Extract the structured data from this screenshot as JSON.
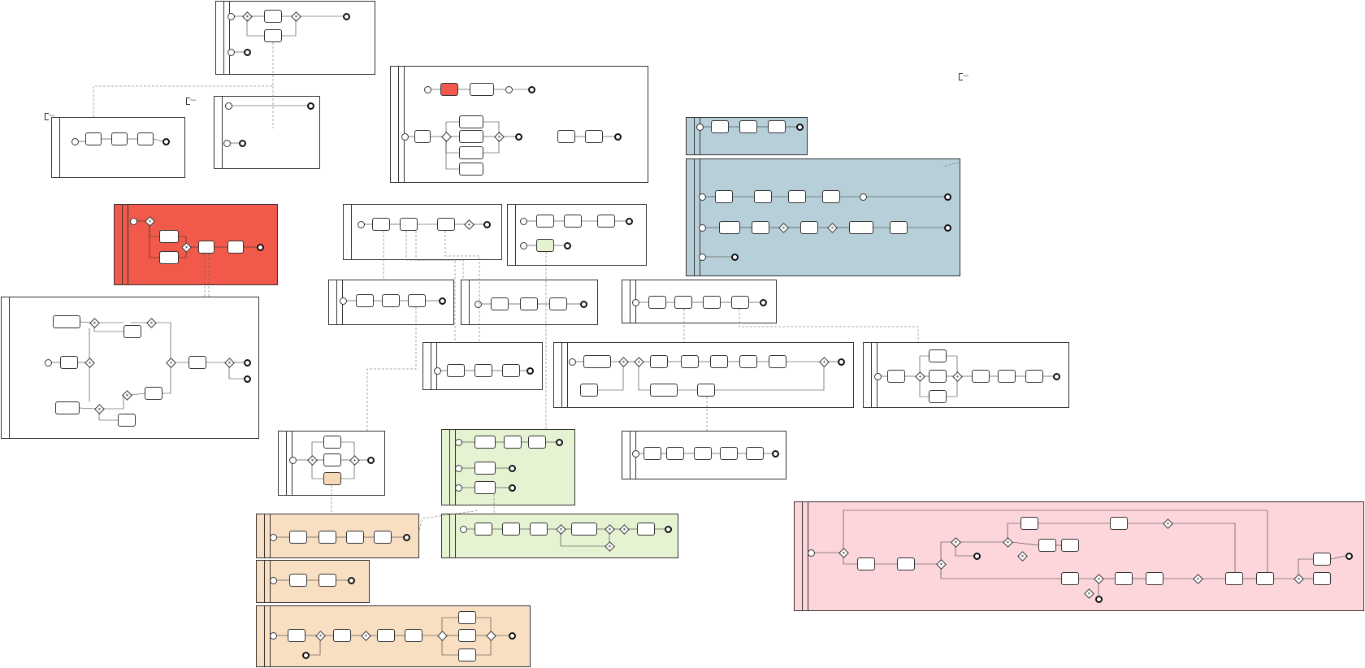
{
  "diagram": {
    "type": "bpmn",
    "colors": {
      "red_pool": "#f15a4a",
      "blue_pool": "#b6cfd8",
      "green_pool": "#e6f3d3",
      "orange_pool": "#f9dfc2",
      "pink_pool": "#fdd6dc",
      "highlight_task": "#f7d9b7",
      "stroke": "#333333"
    },
    "pools": [
      {
        "id": "p1",
        "label": "..."
      },
      {
        "id": "p2",
        "label": "..."
      },
      {
        "id": "p3",
        "label": "..."
      },
      {
        "id": "p4",
        "label": "..."
      },
      {
        "id": "p5",
        "label": "..."
      },
      {
        "id": "p6",
        "label": "..."
      },
      {
        "id": "p7",
        "label": "..."
      },
      {
        "id": "p8",
        "label": "..."
      },
      {
        "id": "p9",
        "label": "..."
      },
      {
        "id": "p10",
        "label": "..."
      },
      {
        "id": "p11",
        "label": "..."
      },
      {
        "id": "p12",
        "label": "..."
      },
      {
        "id": "p13",
        "label": "..."
      },
      {
        "id": "p14",
        "label": "..."
      },
      {
        "id": "p15",
        "label": "..."
      },
      {
        "id": "p16",
        "label": "..."
      },
      {
        "id": "p17",
        "label": "..."
      },
      {
        "id": "p18",
        "label": "..."
      },
      {
        "id": "p19",
        "label": "..."
      },
      {
        "id": "p20",
        "label": "..."
      },
      {
        "id": "p21",
        "label": "..."
      },
      {
        "id": "p22",
        "label": "..."
      },
      {
        "id": "p23",
        "label": "..."
      },
      {
        "id": "p24",
        "label": "..."
      },
      {
        "id": "p25",
        "label": "..."
      },
      {
        "id": "p26",
        "label": "..."
      }
    ],
    "annotations": [
      "Текст",
      "Текст",
      "Текст"
    ]
  }
}
